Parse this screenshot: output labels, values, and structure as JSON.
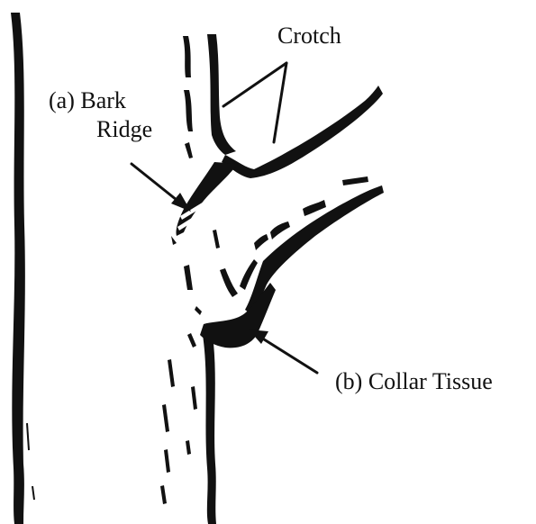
{
  "labels": {
    "crotch": "Crotch",
    "bark_ridge_line1": "(a) Bark",
    "bark_ridge_line2": "Ridge",
    "collar_tissue": "(b) Collar Tissue"
  },
  "colors": {
    "ink": "#111111",
    "paper": "#ffffff"
  }
}
